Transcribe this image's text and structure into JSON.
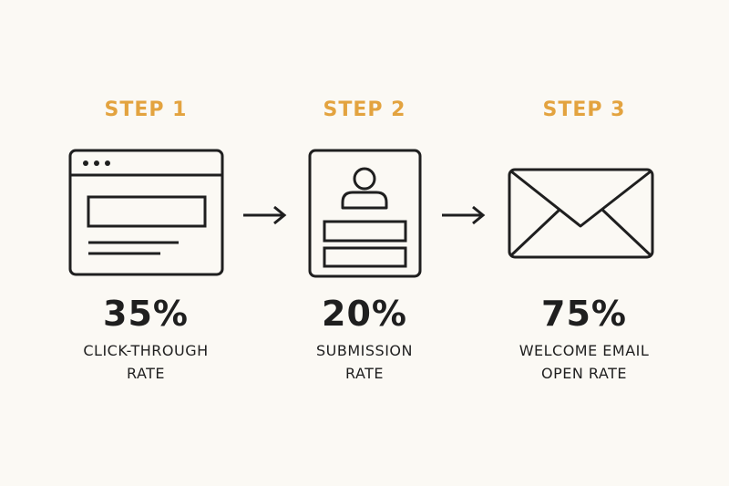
{
  "colors": {
    "background": "#fbf9f4",
    "accent": "#e3a33f",
    "ink": "#1f1f1f"
  },
  "steps": [
    {
      "label": "STEP 1",
      "value": "35%",
      "caption_line1": "CLICK-THROUGH",
      "caption_line2": "RATE",
      "icon": "browser-window-icon"
    },
    {
      "label": "STEP 2",
      "value": "20%",
      "caption_line1": "SUBMISSION",
      "caption_line2": "RATE",
      "icon": "signup-form-icon"
    },
    {
      "label": "STEP 3",
      "value": "75%",
      "caption_line1": "WELCOME EMAIL",
      "caption_line2": "OPEN RATE",
      "icon": "envelope-icon"
    }
  ],
  "connectors": [
    {
      "icon": "arrow-right-icon"
    },
    {
      "icon": "arrow-right-icon"
    }
  ]
}
